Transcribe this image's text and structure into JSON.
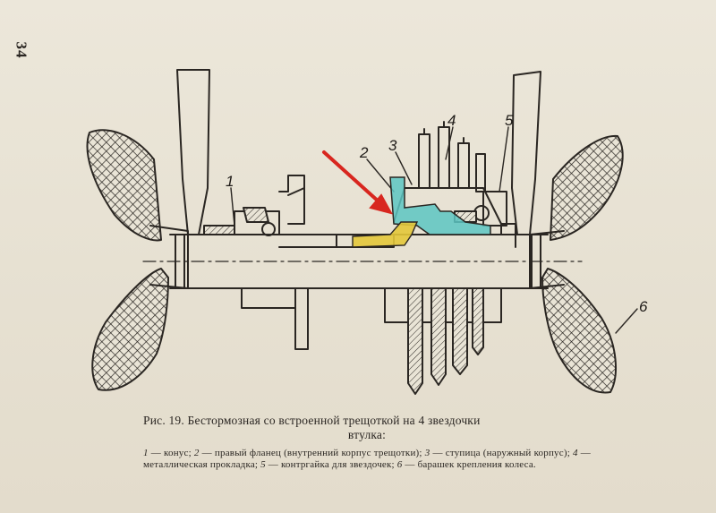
{
  "page": {
    "number": "34"
  },
  "figure": {
    "callouts": [
      "1",
      "2",
      "3",
      "4",
      "5",
      "6"
    ],
    "highlight_colors": {
      "flange": "#5cc6c2",
      "washer": "#e3c83a",
      "arrow": "#d8261f"
    }
  },
  "caption": {
    "title_line1": "Рис. 19. Бестормозная со встроенной трещоткой на 4 звездочки",
    "title_line2": "втулка:",
    "legend": [
      {
        "n": "1",
        "text": " — конус; "
      },
      {
        "n": "2",
        "text": " — правый фланец (внутренний корпус трещотки); "
      },
      {
        "n": "3",
        "text": " — ступица (наружный корпус); "
      },
      {
        "n": "4",
        "text": " — металлическая прокладка; "
      },
      {
        "n": "5",
        "text": " — контргайка для звездочек; "
      },
      {
        "n": "6",
        "text": " — барашек крепления колеса."
      }
    ]
  }
}
